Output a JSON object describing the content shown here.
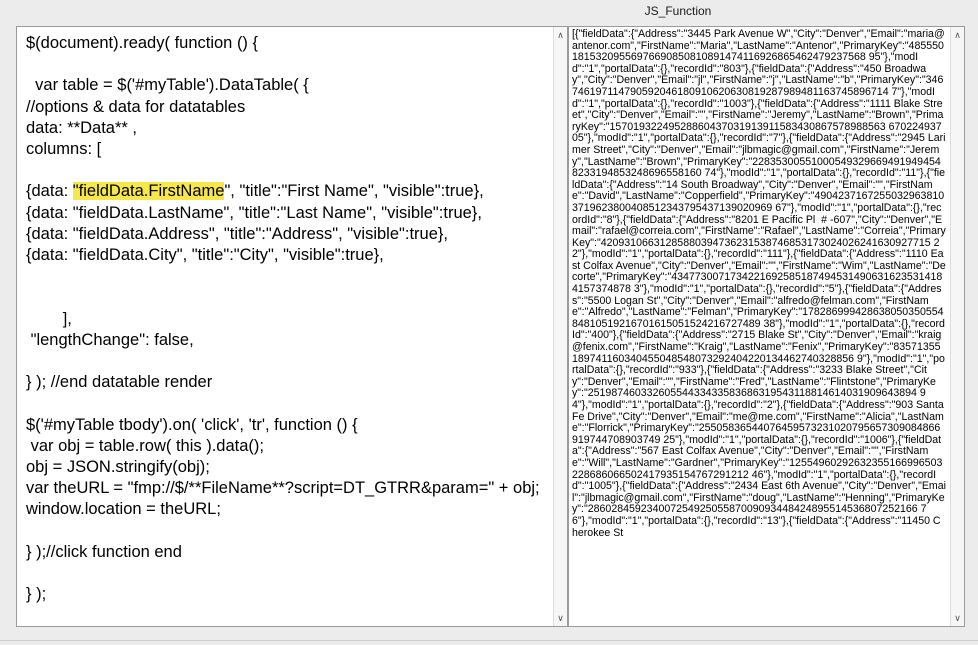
{
  "window": {
    "title": "JS_Function"
  },
  "code": {
    "before_highlight": "$(document).ready( function () {\n\n  var table = $('#myTable').DataTable( {\n//options & data for datatables\ndata: **Data** ,\ncolumns: [\n\n{data: ",
    "highlight": "\"fieldData.FirstName",
    "after_highlight": "\", \"title\":\"First Name\", \"visible\":true},\n{data: \"fieldData.LastName\", \"title\":\"Last Name\", \"visible\":true},\n{data: \"fieldData.Address\", \"title\":\"Address\", \"visible\":true},\n{data: \"fieldData.City\", \"title\":\"City\", \"visible\":true},\n\n\n        ],\n \"lengthChange\": false,\n\n} ); //end datatable render\n\n$('#myTable tbody').on( 'click', 'tr', function () {\n var obj = table.row( this ).data();\nobj = JSON.stringify(obj);\nvar theURL = \"fmp://$/**FileName**?script=DT_GTRR&param=\" + obj;\nwindow.location = theURL;\n\n} );//click function end\n\n} );"
  },
  "data_panel": {
    "text": "[{\"fieldData\":{\"Address\":\"3445 Park Avenue W\",\"City\":\"Denver\",\"Email\":\"maria@antenor.com\",\"FirstName\":\"Maria\",\"LastName\":\"Antenor\",\"PrimaryKey\":\"48555018153209556976690850810891474116926865462479237568 95\"},\"modId\":\"1\",\"portalData\":{},\"recordId\":\"803\"},{\"fieldData\":{\"Address\":\"450 Broadway\",\"City\":\"Denver\",\"Email\":\"jl\",\"FirstName\":\"j\",\"LastName\":\"b\",\"PrimaryKey\":\"346746197114790592046180910620630819287989481163745896714 7\"},\"modId\":\"1\",\"portalData\":{},\"recordId\":\"1003\"},{\"fieldData\":{\"Address\":\"1111 Blake Street\",\"City\":\"Denver\",\"Email\":\"\",\"FirstName\":\"Jeremy\",\"LastName\":\"Brown\",\"PrimaryKey\":\"15701932249528860437031913911583430867578988563 67022493705\"},\"modId\":\"1\",\"portalData\":{},\"recordId\":\"7\"},{\"fieldData\":{\"Address\":\"2945 Larimer Street\",\"City\":\"Denver\",\"Email\":\"jlbmagic@gmail.com\",\"FirstName\":\"Jeremy\",\"LastName\":\"Brown\",\"PrimaryKey\":\"228353005510005493296694919494548233194853248696558160 74\"},\"modId\":\"1\",\"portalData\":{},\"recordId\":\"11\"},{\"fieldData\":{\"Address\":\"14 South Broadway\",\"City\":\"Denver\",\"Email\":\"\",\"FirstName\":\"David\",\"LastName\":\"Copperfield\",\"PrimaryKey\":\"49042371672550329638103719623800408512343795437139020969 67\"},\"modId\":\"1\",\"portalData\":{},\"recordId\":\"8\"},{\"fieldData\":{\"Address\":\"8201 E Pacific Pl  # -607\",\"City\":\"Denver\",\"Email\":\"rafael@correia.com\",\"FirstName\":\"Rafael\",\"LastName\":\"Correia\",\"PrimaryKey\":\"42093106631285880394736231538746853173024026241630927715 22\"},\"modId\":\"1\",\"portalData\":{},\"recordId\":\"111\"},{\"fieldData\":{\"Address\":\"1110 East Colfax Avenue\",\"City\":\"Denver\",\"Email\":\"\",\"FirstName\":\"Wim\",\"LastName\":\"Decorte\",\"PrimaryKey\":\"43477300717342216925851874945314906316235314184157374878 3\"},\"modId\":\"1\",\"portalData\":{},\"recordId\":\"5\"},{\"fieldData\":{\"Address\":\"5500 Logan St\",\"City\":\"Denver\",\"Email\":\"alfredo@felman.com\",\"FirstName\":\"Alfredo\",\"LastName\":\"Felman\",\"PrimaryKey\":\"17828699942863805035055484810519216701615051524216727489 38\"},\"modId\":\"1\",\"portalData\":{},\"recordId\":\"400\"},{\"fieldData\":{\"Address\":\"2715 Blake St\",\"City\":\"Denver\",\"Email\":\"kraig@fenix.com\",\"FirstName\":\"Kraig\",\"LastName\":\"Fenix\",\"PrimaryKey\":\"83571355189741160340455048548073292404220134462740328856 9\"},\"modId\":\"1\",\"portalData\":{},\"recordId\":\"933\"},{\"fieldData\":{\"Address\":\"3233 Blake Street\",\"City\":\"Denver\",\"Email\":\"\",\"FirstName\":\"Fred\",\"LastName\":\"Flintstone\",\"PrimaryKey\":\"25198746033260554433433583686319543118814614031909643894 94\"},\"modId\":\"1\",\"portalData\":{},\"recordId\":\"2\"},{\"fieldData\":{\"Address\":\"903 Santa Fe Drive\",\"City\":\"Denver\",\"Email\":\"me@me.com\",\"FirstName\":\"Alicia\",\"LastName\":\"Florrick\",\"PrimaryKey\":\"25505836544076459573231020795657309084866919744708903749 25\"},\"modId\":\"1\",\"portalData\":{},\"recordId\":\"1006\"},{\"fieldData\":{\"Address\":\"567 East Colfax Avenue\",\"City\":\"Denver\",\"Email\":\"\",\"FirstName\":\"Will\",\"LastName\":\"Gardner\",\"PrimaryKey\":\"12554960292632355166996503228686066502417935154767291212 46\"},\"modId\":\"1\",\"portalData\":{},\"recordId\":\"1005\"},{\"fieldData\":{\"Address\":\"2434 East 6th Avenue\",\"City\":\"Denver\",\"Email\":\"jlbmagic@gmail.com\",\"FirstName\":\"doug\",\"LastName\":\"Henning\",\"PrimaryKey\":\"28602845923400725492505587009093448424895514536807252166 76\"},\"modId\":\"1\",\"portalData\":{},\"recordId\":\"13\"},{\"fieldData\":{\"Address\":\"11450 Cherokee St"
  },
  "scrollbar": {
    "up_glyph": "∧",
    "down_glyph": "∨"
  }
}
